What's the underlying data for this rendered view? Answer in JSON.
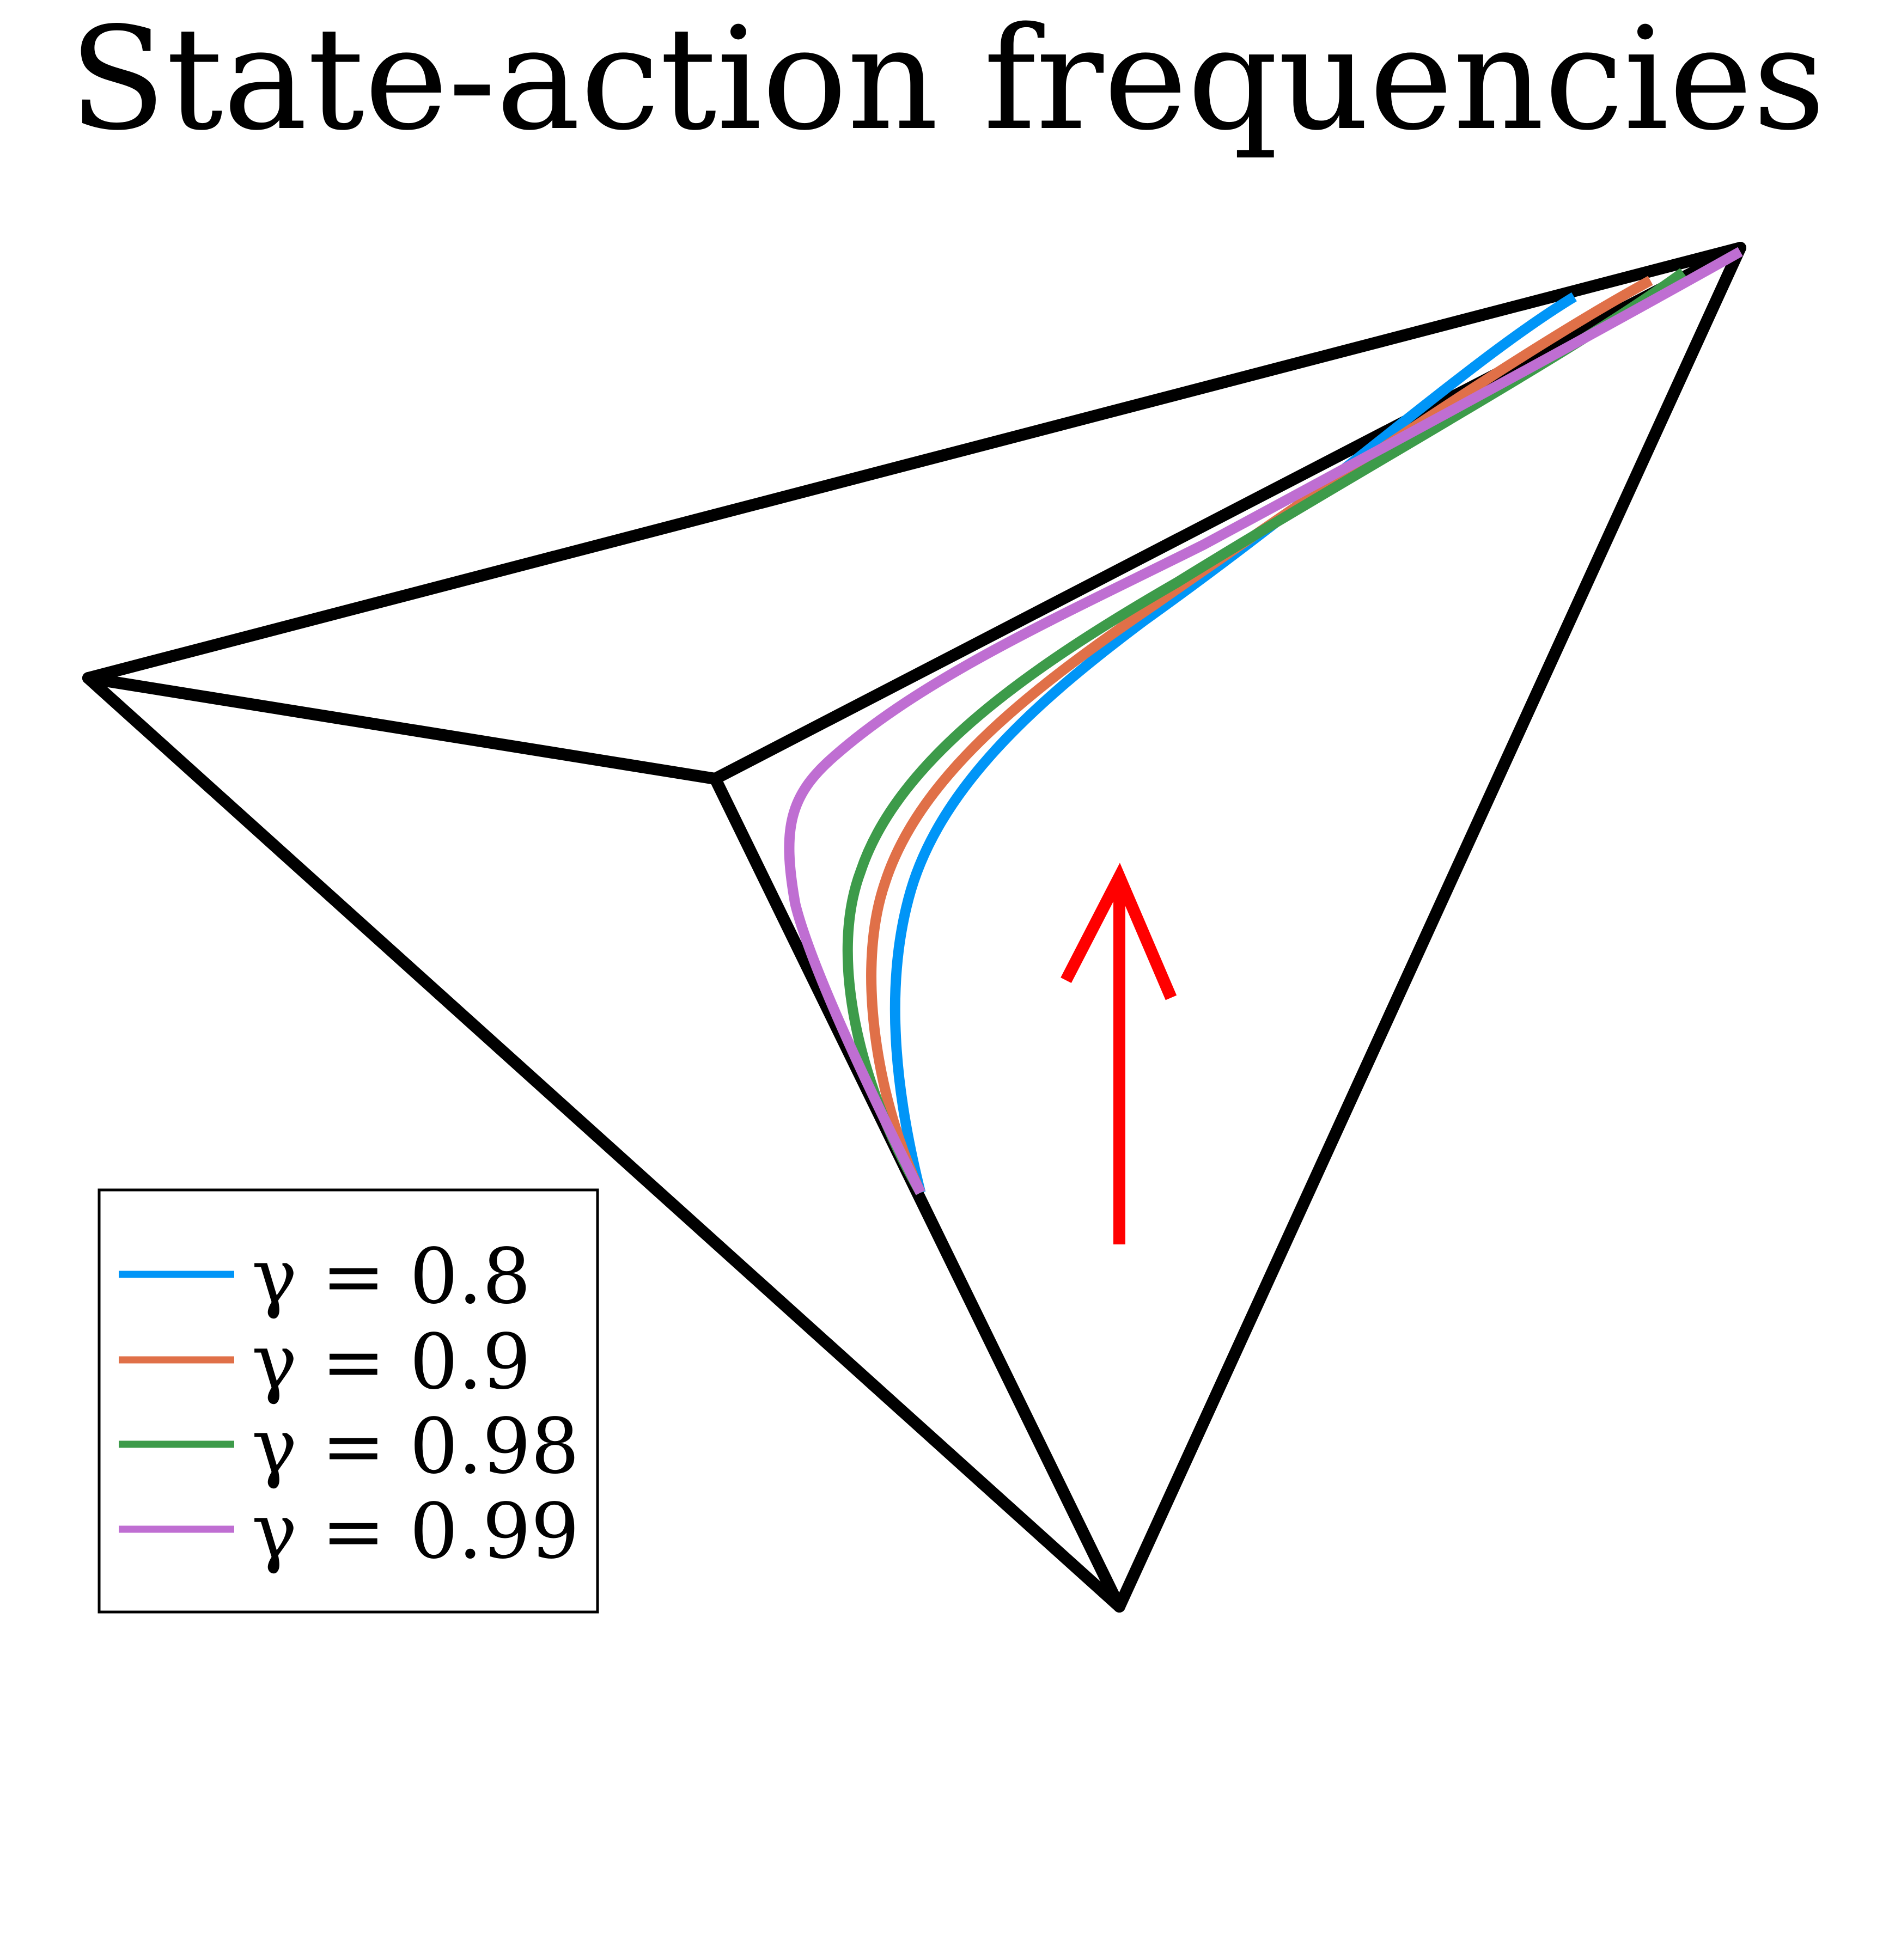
{
  "title": "State-action frequencies",
  "colors": {
    "polytope_edge": "#000000",
    "arrow": "#ff0000",
    "legend_border": "#000000"
  },
  "arrow": {
    "direction": "up",
    "icon": "up-arrow-icon"
  },
  "series": [
    {
      "label": "γ = 0.8",
      "color": "#0095f7"
    },
    {
      "label": "γ = 0.9",
      "color": "#e07048"
    },
    {
      "label": "γ = 0.98",
      "color": "#3d9b4a"
    },
    {
      "label": "γ = 0.99",
      "color": "#bf6ed2"
    }
  ]
}
